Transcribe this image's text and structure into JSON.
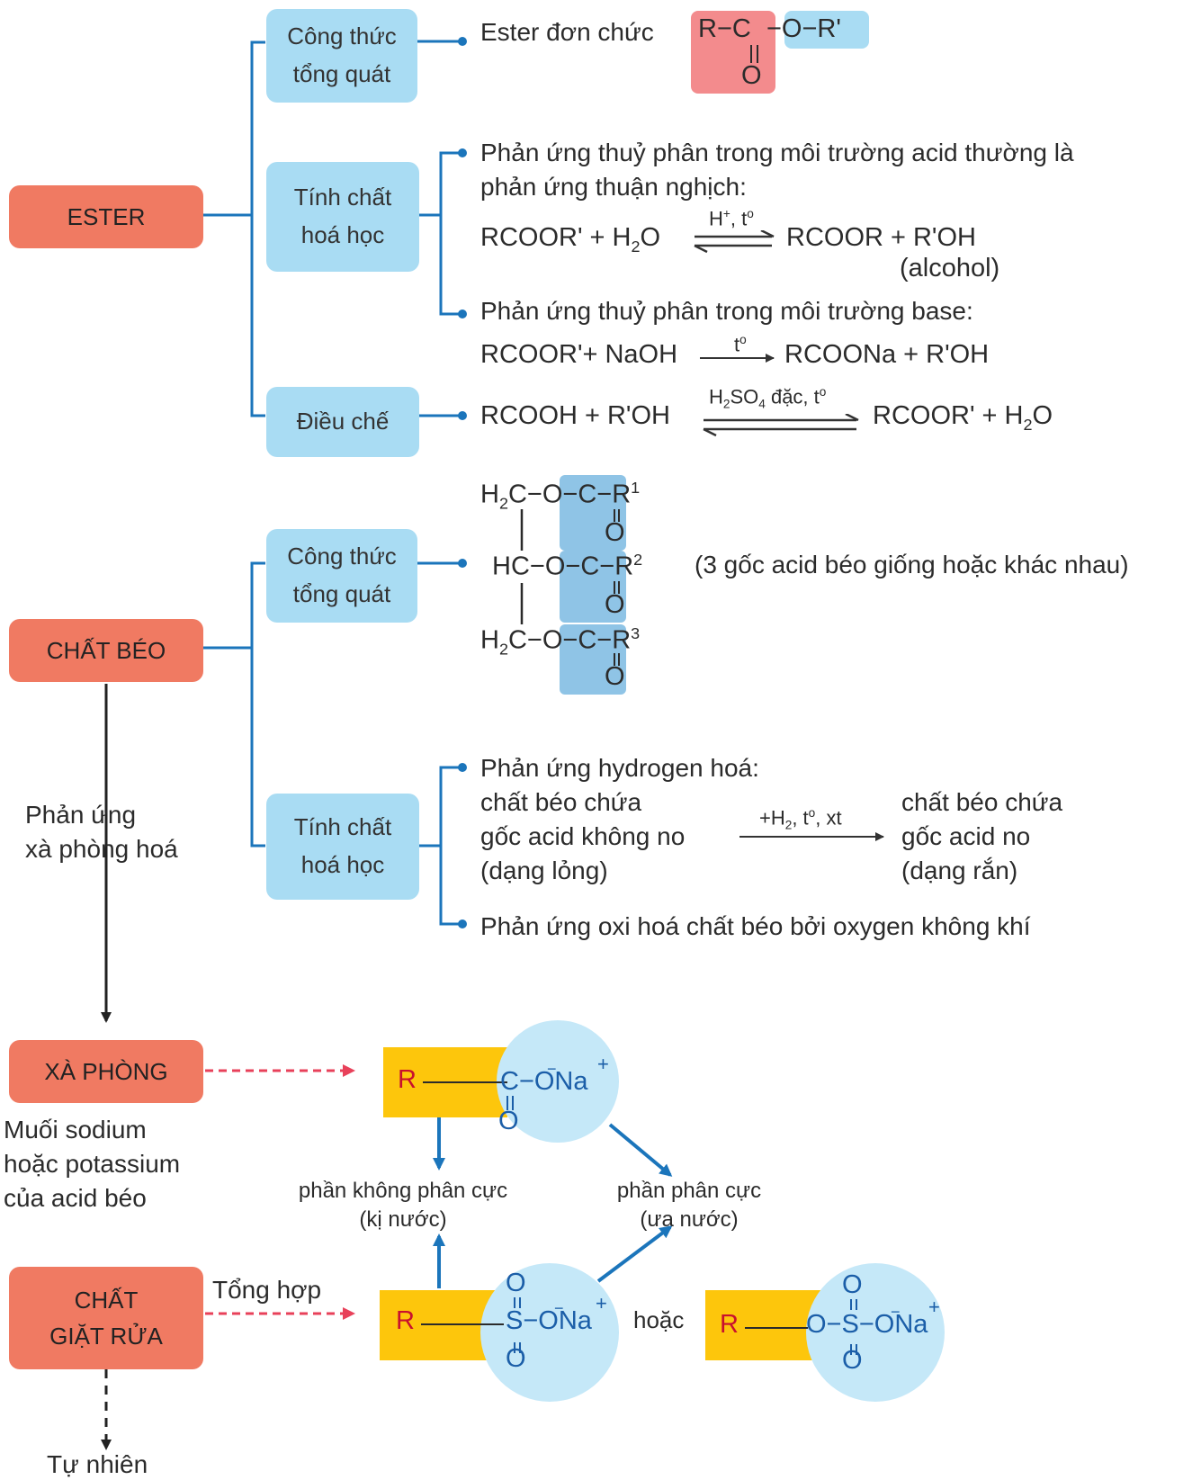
{
  "nodes": {
    "ester": "ESTER",
    "chat_beo": "CHẤT BÉO",
    "xa_phong": "XÀ PHÒNG",
    "chat_giat_rua_line1": "CHẤT",
    "chat_giat_rua_line2": "GIẶT RỬA"
  },
  "ester": {
    "formula_box_line1": "Công thức",
    "formula_box_line2": "tổng quát",
    "formula_label": "Ester đơn chức",
    "formula_acyl": "R−C",
    "formula_alkoxy": "−O−R'",
    "formula_carbonyl_o": "O",
    "props_box_line1": "Tính chất",
    "props_box_line2": "hoá học",
    "acid_hydrolysis_line1": "Phản ứng thuỷ phân trong môi trường acid thường là",
    "acid_hydrolysis_line2": "phản ứng thuận nghịch:",
    "acid_eq_left": "RCOOR' + H",
    "acid_eq_left_tail": "O",
    "acid_eq_condition": "H",
    "acid_eq_condition_tail": ", t",
    "acid_eq_right": "RCOOR + R'OH",
    "acid_eq_note": "(alcohol)",
    "base_hydrolysis": "Phản ứng thuỷ phân trong môi trường base:",
    "base_eq_left": "RCOOR'+ NaOH",
    "base_eq_condition": "t",
    "base_eq_right": "RCOONa + R'OH",
    "prep_box": "Điều chế",
    "prep_eq_left": "RCOOH + R'OH",
    "prep_eq_condition": "H",
    "prep_eq_condition_mid": "SO",
    "prep_eq_condition_tail": " đặc, t",
    "prep_eq_right": "RCOOR' + H",
    "prep_eq_right_tail": "O"
  },
  "chat_beo": {
    "formula_box_line1": "Công thức",
    "formula_box_line2": "tổng quát",
    "row1_left": "H",
    "row1_mid": "C−O−C−R",
    "row1_sup": "1",
    "row2_left": "HC−O−C−R",
    "row2_sup": "2",
    "row3_left": "H",
    "row3_mid": "C−O−C−R",
    "row3_sup": "3",
    "carbonyl_o": "O",
    "formula_note": "(3 gốc acid béo giống hoặc khác nhau)",
    "props_box_line1": "Tính chất",
    "props_box_line2": "hoá học",
    "hydrogenation_title": "Phản ứng hydrogen hoá:",
    "hydro_left_line1": "chất béo chứa",
    "hydro_left_line2": "gốc acid không no",
    "hydro_left_line3": "(dạng lỏng)",
    "hydro_condition": "+H",
    "hydro_condition_tail": ", t",
    "hydro_condition_end": ", xt",
    "hydro_right_line1": "chất béo chứa",
    "hydro_right_line2": "gốc acid no",
    "hydro_right_line3": "(dạng rắn)",
    "oxidation": "Phản ứng oxi hoá chất béo bởi oxygen không khí",
    "saponification_line1": "Phản ứng",
    "saponification_line2": "xà phòng hoá"
  },
  "soap": {
    "description_line1": "Muối sodium",
    "description_line2": "hoặc potassium",
    "description_line3": "của acid béo",
    "r_group": "R",
    "head": "C−ONa",
    "head_o": "O",
    "nonpolar_line1": "phần không phân cực",
    "nonpolar_line2": "(kị nước)",
    "polar_line1": "phần phân cực",
    "polar_line2": "(ưa nước)"
  },
  "detergent": {
    "synthesis": "Tổng hợp",
    "r_group": "R",
    "head": "S−ONa",
    "head_o": "O",
    "or_word": "hoặc",
    "head2": "O−S−ONa",
    "natural": "Tự nhiên"
  },
  "colors": {
    "main_box": "#f07a62",
    "sub_box": "#a9dcf3",
    "connector": "#1b75bb",
    "dashed_arrow": "#e8415a",
    "hydrophobic": "#fdc60c",
    "hydrophilic": "#c5e8f8",
    "r_label": "#c8102e",
    "acyl_highlight": "#f38b8d",
    "alkoxy_highlight": "#a9dcf3",
    "ester_group_highlight": "#8fc4e6"
  }
}
